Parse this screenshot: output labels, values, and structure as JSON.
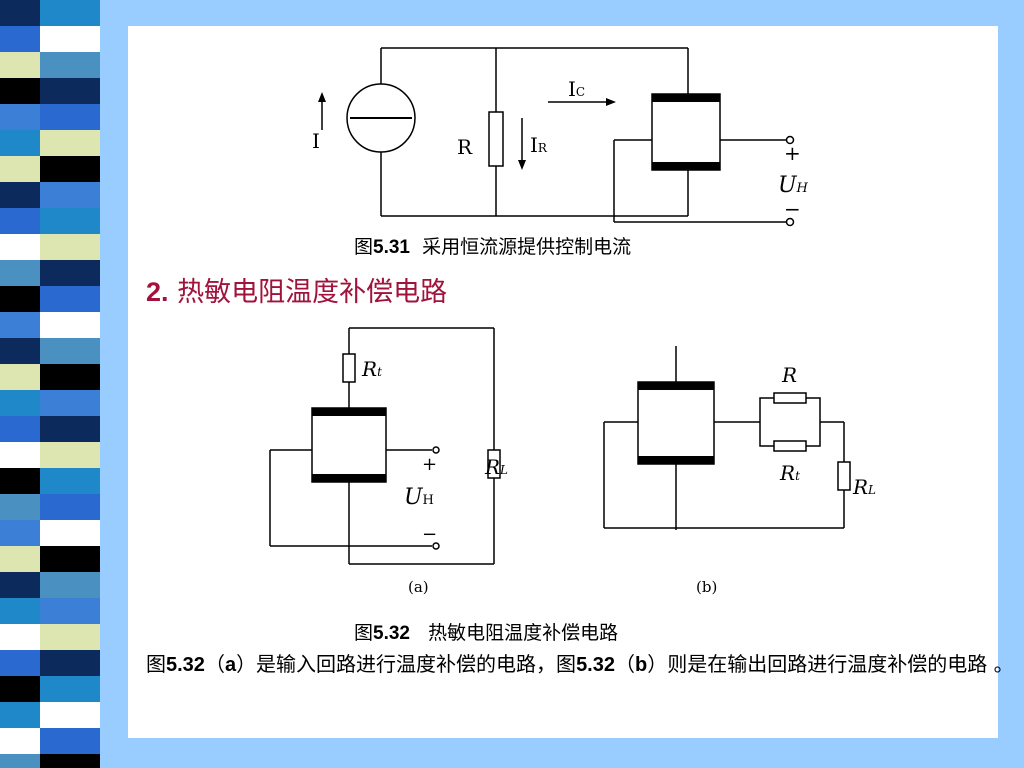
{
  "slide": {
    "background_color": "#99ccff",
    "panel_color": "#ffffff",
    "strip_colors": [
      "#1e88c8",
      "#4a90c0",
      "#0d2a5c",
      "#ffffff",
      "#dde6b0",
      "#2a6ad0",
      "#3c7fd6",
      "#000000"
    ]
  },
  "fig531": {
    "caption_prefix": "图",
    "caption_number": "5.31",
    "caption_text": "采用恒流源提供控制电流",
    "labels": {
      "current_source": "I",
      "resistor": "R",
      "resistor_current": "I",
      "resistor_current_sub": "R",
      "control_current": "I",
      "control_current_sub": "C",
      "output_plus": "+",
      "output_minus": "−",
      "output_voltage": "U",
      "output_voltage_sub": "H"
    }
  },
  "heading": {
    "number": "2.",
    "text": "热敏电阻温度补偿电路",
    "color": "#a0143c"
  },
  "fig532": {
    "caption_prefix": "图",
    "caption_number": "5.32",
    "caption_text": "热敏电阻温度补偿电路",
    "a": {
      "label": "(a)",
      "thermistor": "R",
      "thermistor_sub": "t",
      "load": "R",
      "load_sub": "L",
      "output_plus": "+",
      "output_minus": "−",
      "output_voltage": "U",
      "output_voltage_sub": "H"
    },
    "b": {
      "label": "(b)",
      "resistor": "R",
      "thermistor": "R",
      "thermistor_sub": "t",
      "load": "R",
      "load_sub": "L"
    }
  },
  "description": {
    "p1": "图",
    "n1": "5.32",
    "p2": "（",
    "n2": "a",
    "p3": "）是输入回路进行温度补偿的电路，图",
    "n3": "5.32",
    "p4": "（",
    "n4": "b",
    "p5": "）则是在输出回路进行温度补偿的电路 。"
  }
}
